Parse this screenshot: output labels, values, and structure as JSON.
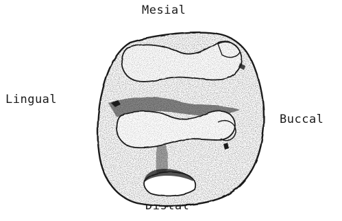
{
  "labels": {
    "top": "Mesial",
    "left": "Lingual",
    "right": "Buccal",
    "bottom": "Distal"
  },
  "colors": {
    "ink": "#1a1a1a",
    "background": "#ffffff"
  }
}
